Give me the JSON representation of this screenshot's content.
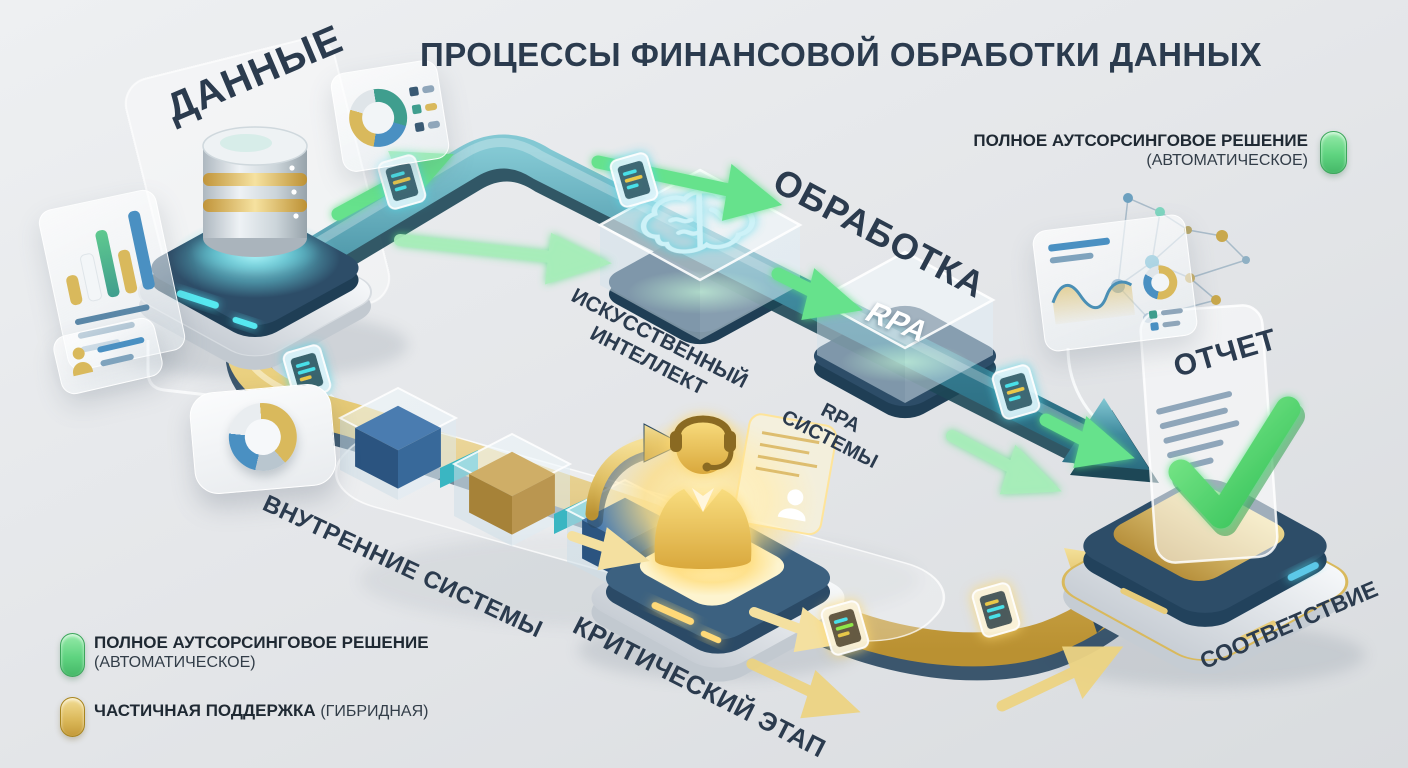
{
  "title": "ПРОЦЕССЫ ФИНАНСОВОЙ ОБРАБОТКИ ДАННЫХ",
  "labels": {
    "data": "ДАННЫЕ",
    "processing": "ОБРАБОТКА",
    "ai_line1": "ИСКУССТВЕННЫЙ",
    "ai_line2": "ИНТЕЛЛЕКТ",
    "rpa_cube": "RPA",
    "rpa_line1": "RPA",
    "rpa_line2": "СИСТЕМЫ",
    "internal_systems": "ВНУТРЕННИЕ СИСТЕМЫ",
    "critical_stage": "КРИТИЧЕСКИЙ ЭТАП",
    "report": "ОТЧЕТ",
    "compliance": "СООТВЕТСТВИЕ"
  },
  "legend": {
    "top_right": {
      "title": "ПОЛНОЕ АУТСОРСИНГОВОЕ РЕШЕНИЕ",
      "subtitle": "(АВТОМАТИЧЕСКОЕ)",
      "pill_color": "#5fd480"
    },
    "items": [
      {
        "title": "ПОЛНОЕ АУТСОРСИНГОВОЕ РЕШЕНИЕ",
        "subtitle": "(АВТОМАТИЧЕСКОЕ)",
        "pill_color": "#5fd480"
      },
      {
        "title": "ЧАСТИЧНАЯ ПОДДЕРЖКА",
        "subtitle": "(ГИБРИДНАЯ)",
        "pill_color": "#dcba5c"
      }
    ]
  },
  "icons": {
    "database": "database-icon",
    "brain": "brain-icon",
    "operator": "operator-headset-icon",
    "checkmark": "checkmark-icon",
    "chip": "document-chip-icon"
  },
  "colors": {
    "background": "#e4e6e9",
    "title_text": "#2b3b4e",
    "automated_path_teal": "#3f8a9e",
    "automated_arrow_green": "#60dd86",
    "hybrid_path_gold": "#dcbb5e",
    "platform_navy": "#2d4d68",
    "pill_green": "#5fd480",
    "pill_gold": "#dcba5c"
  }
}
